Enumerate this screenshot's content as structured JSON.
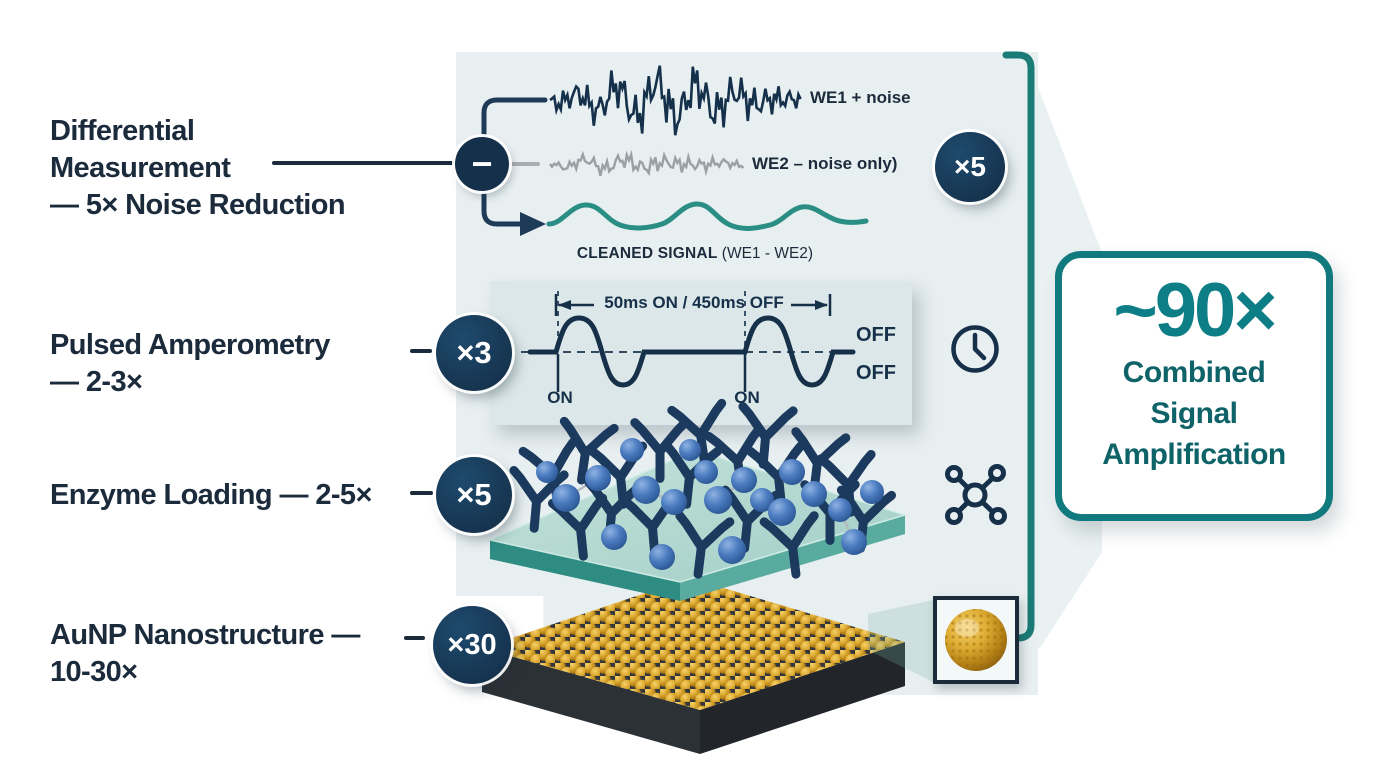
{
  "labels": {
    "differential": {
      "l1": "Differential",
      "l2": "Measurement",
      "l3": "— 5× Noise Reduction"
    },
    "pulsed": {
      "l1": "Pulsed Amperometry",
      "l2": "— 2-3×"
    },
    "enzyme": {
      "l1": "Enzyme Loading — 2-5×"
    },
    "aunp": {
      "l1": "AuNP Nanostructure —",
      "l2": "10-30×"
    }
  },
  "badges": {
    "pulsed": "×3",
    "enzyme": "×5",
    "aunp": "×30",
    "noise": "×5",
    "minus": "−"
  },
  "waveforms": {
    "we1": "WE1 + noise",
    "we2": "WE2 – noise only)",
    "cleaned_title": "CLEANED SIGNAL",
    "cleaned_sub": " (WE1 - WE2)"
  },
  "pulse": {
    "timing": "50ms ON / 450ms OFF",
    "on1": "ON",
    "on2": "ON",
    "off1": "OFF",
    "off2": "OFF"
  },
  "result": {
    "value": "~90×",
    "l1": "Combined",
    "l2": "Signal",
    "l3": "Amplification"
  },
  "icons": {
    "clock": "clock-icon",
    "molecule": "molecule-icon",
    "nanoparticle": "gold-nanoparticle-icon"
  },
  "colors": {
    "navy": "#16304a",
    "teal_accent": "#1b7b76",
    "teal_text": "#0d7e86",
    "panel_bg": "#e8eff1",
    "gold": "#d7a42c",
    "blue_sphere": "#4c7cc0",
    "gray_wave": "#9aa1a5"
  }
}
